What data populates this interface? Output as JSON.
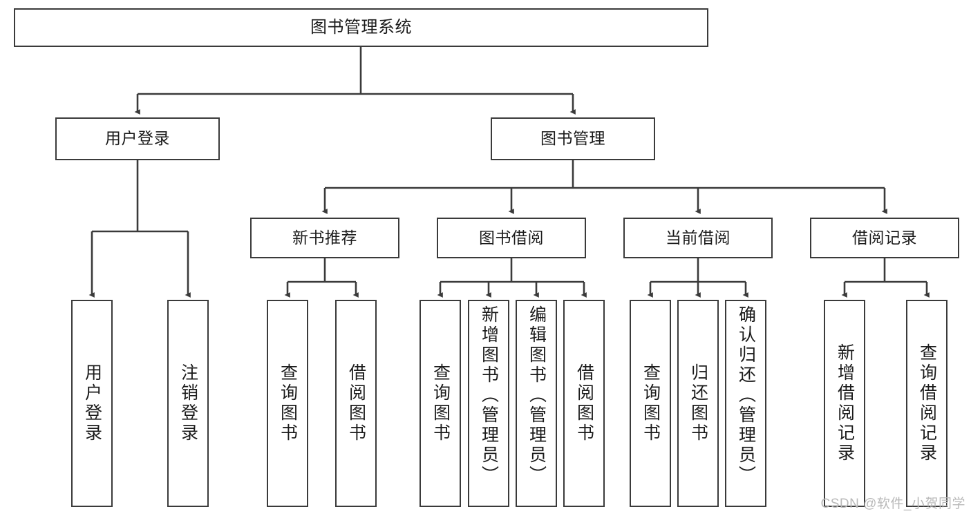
{
  "diagram": {
    "type": "tree-hierarchy",
    "title": "图书管理系统",
    "orientation": "top-down",
    "colors": {
      "box_border": "#3a3a3a",
      "box_fill": "#ffffff",
      "edge": "#3a3a3a",
      "text": "#1b1b1b",
      "watermark": "#b9b9b9"
    },
    "root": {
      "label": "图书管理系统"
    },
    "level2": [
      {
        "label": "用户登录"
      },
      {
        "label": "图书管理"
      }
    ],
    "level3": [
      {
        "label": "新书推荐"
      },
      {
        "label": "图书借阅"
      },
      {
        "label": "当前借阅"
      },
      {
        "label": "借阅记录"
      }
    ],
    "leaves": {
      "user_login": [
        {
          "label": "用户登录"
        },
        {
          "label": "注销登录"
        }
      ],
      "new_book_recommend": [
        {
          "label": "查询图书"
        },
        {
          "label": "借阅图书"
        }
      ],
      "book_borrow": [
        {
          "label": "查询图书"
        },
        {
          "label": "新增图书（管理员）"
        },
        {
          "label": "编辑图书（管理员）"
        },
        {
          "label": "借阅图书"
        }
      ],
      "current_borrow": [
        {
          "label": "查询图书"
        },
        {
          "label": "归还图书"
        },
        {
          "label": "确认归还（管理员）"
        }
      ],
      "borrow_record": [
        {
          "label": "新增借阅记录"
        },
        {
          "label": "查询借阅记录"
        }
      ]
    }
  },
  "watermark": {
    "text": "CSDN @软件_小贺同学"
  }
}
